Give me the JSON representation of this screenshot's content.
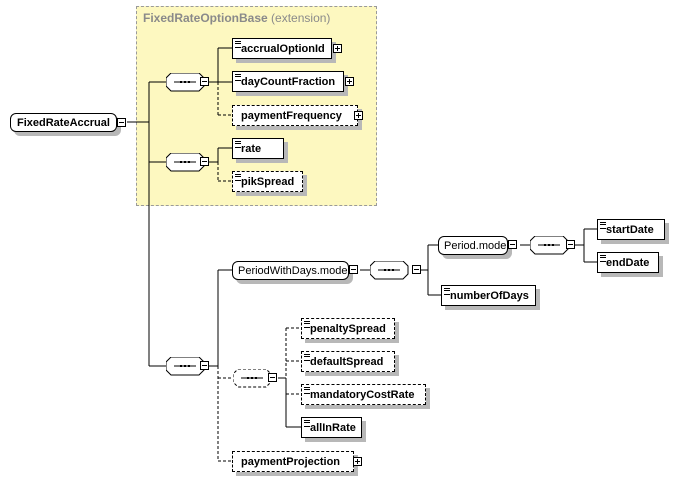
{
  "diagram": {
    "root": {
      "label": "FixedRateAccrual",
      "expander": "minus"
    },
    "extension": {
      "base": "FixedRateOptionBase",
      "kind": "(extension)"
    },
    "groups": {
      "period_with_days": {
        "label": "PeriodWithDays.model",
        "expander": "minus"
      },
      "period": {
        "label": "Period.model",
        "expander": "minus"
      }
    },
    "compositors": [
      {
        "id": "seq1",
        "type": "sequence",
        "optional": false
      },
      {
        "id": "seq2",
        "type": "sequence",
        "optional": false
      },
      {
        "id": "seq3",
        "type": "sequence",
        "optional": false
      },
      {
        "id": "seq4",
        "type": "sequence",
        "optional": false
      },
      {
        "id": "seq5",
        "type": "sequence",
        "optional": false
      },
      {
        "id": "seq6",
        "type": "sequence",
        "optional": true
      }
    ],
    "elements": [
      {
        "id": "accrualOptionId",
        "label": "accrualOptionId",
        "optional": false,
        "documented": true,
        "expander": "plus"
      },
      {
        "id": "dayCountFraction",
        "label": "dayCountFraction",
        "optional": false,
        "documented": true,
        "expander": "plus"
      },
      {
        "id": "paymentFrequency",
        "label": "paymentFrequency",
        "optional": true,
        "documented": false,
        "expander": "plus"
      },
      {
        "id": "rate",
        "label": "rate",
        "optional": false,
        "documented": true
      },
      {
        "id": "pikSpread",
        "label": "pikSpread",
        "optional": true,
        "documented": true
      },
      {
        "id": "startDate",
        "label": "startDate",
        "optional": false,
        "documented": true
      },
      {
        "id": "endDate",
        "label": "endDate",
        "optional": false,
        "documented": true
      },
      {
        "id": "numberOfDays",
        "label": "numberOfDays",
        "optional": false,
        "documented": true
      },
      {
        "id": "penaltySpread",
        "label": "penaltySpread",
        "optional": true,
        "documented": true
      },
      {
        "id": "defaultSpread",
        "label": "defaultSpread",
        "optional": true,
        "documented": true
      },
      {
        "id": "mandatoryCostRate",
        "label": "mandatoryCostRate",
        "optional": true,
        "documented": true
      },
      {
        "id": "allInRate",
        "label": "allInRate",
        "optional": false,
        "documented": true
      },
      {
        "id": "paymentProjection",
        "label": "paymentProjection",
        "optional": true,
        "documented": false,
        "expander": "plus"
      }
    ]
  }
}
